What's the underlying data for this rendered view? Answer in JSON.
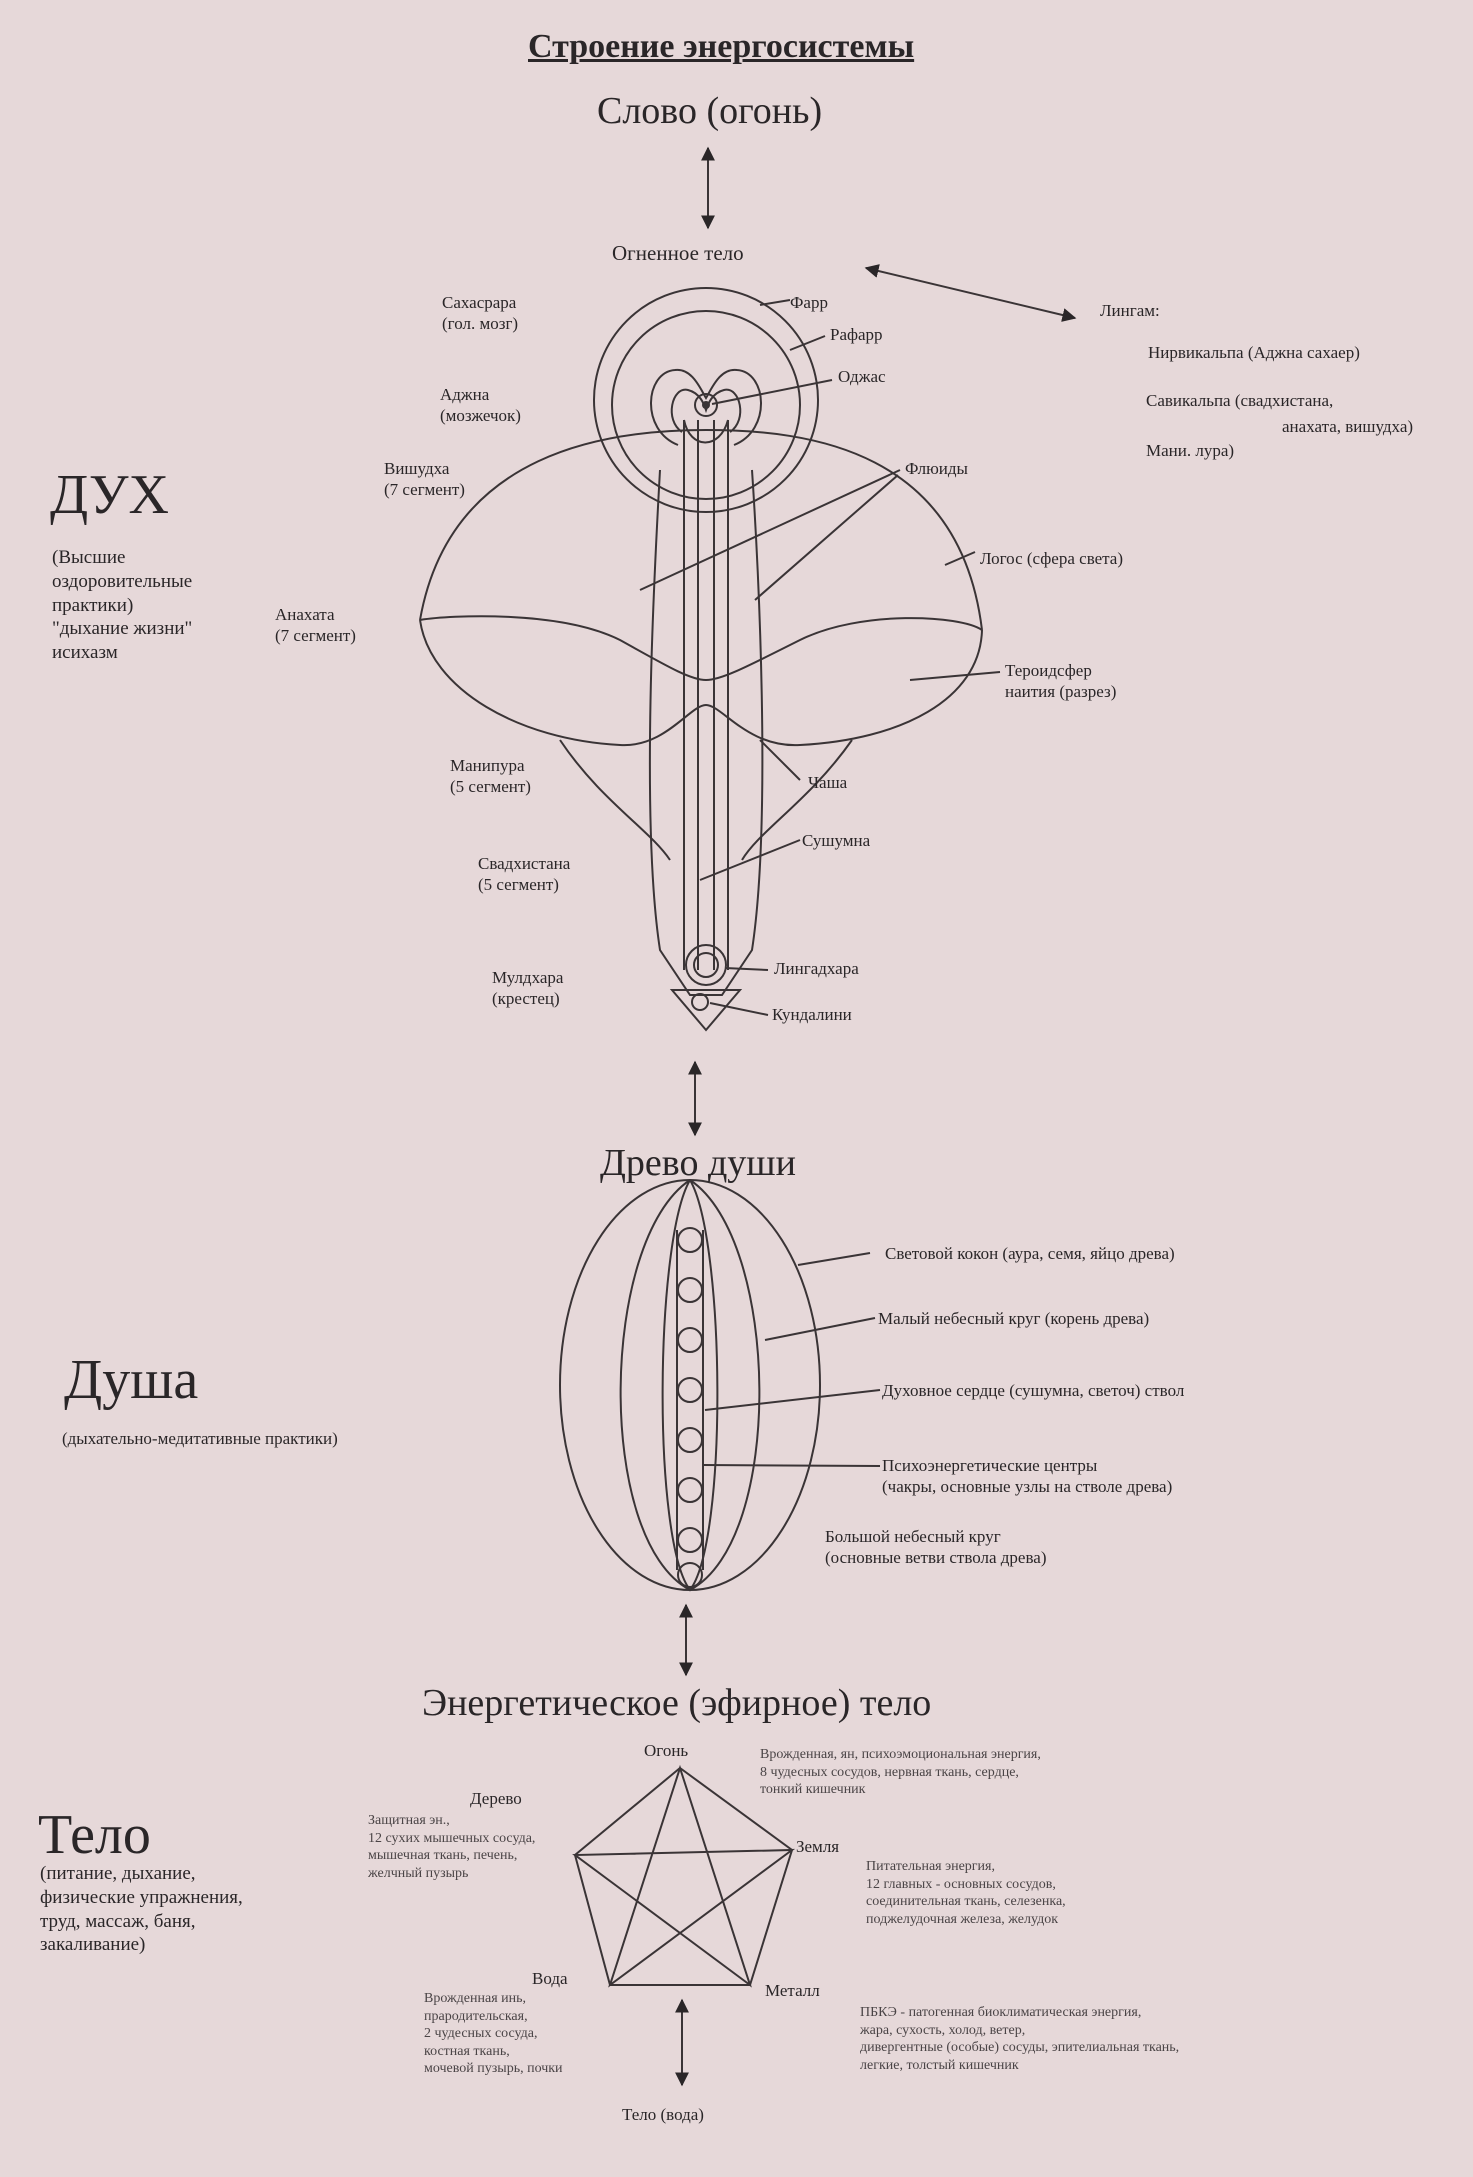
{
  "title": "Строение энергосистемы",
  "top": {
    "word": "Слово (огонь)",
    "fire_body": "Огненное тело"
  },
  "spirit": {
    "heading": "ДУХ",
    "note": [
      "(Высшие",
      "оздоровительные",
      "практики)",
      "\"дыхание жизни\"",
      "исихазм"
    ],
    "chakras": {
      "sahasrara": [
        "Сахасрара",
        "(гол. мозг)"
      ],
      "ajna": [
        "Аджна",
        "(мозжечок)"
      ],
      "vishuddha": [
        "Вишудха",
        "(7 сегмент)"
      ],
      "anahata": [
        "Анахата",
        "(7 сегмент)"
      ],
      "manipura": [
        "Манипура",
        "(5 сегмент)"
      ],
      "svadhisthana": [
        "Свадхистана",
        "(5 сегмент)"
      ],
      "muladhara": [
        "Мулдхара",
        "(крестец)"
      ]
    },
    "right_labels": {
      "farr": "Фарр",
      "rafarr": "Рафарр",
      "ojas": "Оджас",
      "fluids": "Флюиды",
      "logos": "Логос (сфера света)",
      "teroidsfer": [
        "Тероидсфер",
        "наития (разрез)"
      ],
      "chasha": "Чаша",
      "sushumna": "Сушумна",
      "lingadhara": "Лингадхара",
      "kundalini": "Кундалини"
    },
    "lingam": {
      "title": "Лингам:",
      "items": [
        "Нирвикальпа (Аджна сахаер)",
        "Савикальпа (свадхистана,",
        "анахата, вишудха)",
        "Мани. лура)"
      ]
    }
  },
  "soul": {
    "tree": "Древо души",
    "heading": "Душа",
    "note": "(дыхательно-медитативные практики)",
    "labels": [
      "Световой кокон (аура, семя, яйцо древа)",
      "Малый небесный круг (корень древа)",
      "Духовное сердце (сушумна, светоч) ствол",
      "Психоэнергетические центры",
      "(чакры, основные узлы на стволе древа)",
      "Большой небесный круг",
      "(основные ветви ствола древа)"
    ]
  },
  "body": {
    "energy_body": "Энергетическое (эфирное) тело",
    "heading": "Тело",
    "note": [
      "(питание, дыхание,",
      "физические упражнения,",
      "труд, массаж, баня,",
      "закаливание)"
    ],
    "elements": {
      "fire": "Огонь",
      "wood": "Дерево",
      "earth": "Земля",
      "water": "Вода",
      "metal": "Металл"
    },
    "fire_desc": [
      "Врожденная, ян, психоэмоциональная энергия,",
      "8 чудесных сосудов, нервная ткань, сердце,",
      "тонкий кишечник"
    ],
    "wood_desc": [
      "Защитная эн.,",
      "12 сухих мышечных сосуда,",
      "мышечная ткань, печень,",
      "желчный пузырь"
    ],
    "earth_desc": [
      "Питательная энергия,",
      "12 главных - основных сосудов,",
      "соединительная ткань, селезенка,",
      "поджелудочная железа, желудок"
    ],
    "water_desc": [
      "Врожденная инь,",
      "прародительская,",
      "2 чудесных сосуда,",
      "костная ткань,",
      "мочевой пузырь, почки"
    ],
    "metal_desc": [
      "ПБКЭ - патогенная биоклиматическая энергия,",
      "жара, сухость, холод, ветер,",
      "дивергентные (особые) сосуды, эпителиальная ткань,",
      "легкие, толстый кишечник"
    ],
    "bottom": "Тело (вода)"
  }
}
